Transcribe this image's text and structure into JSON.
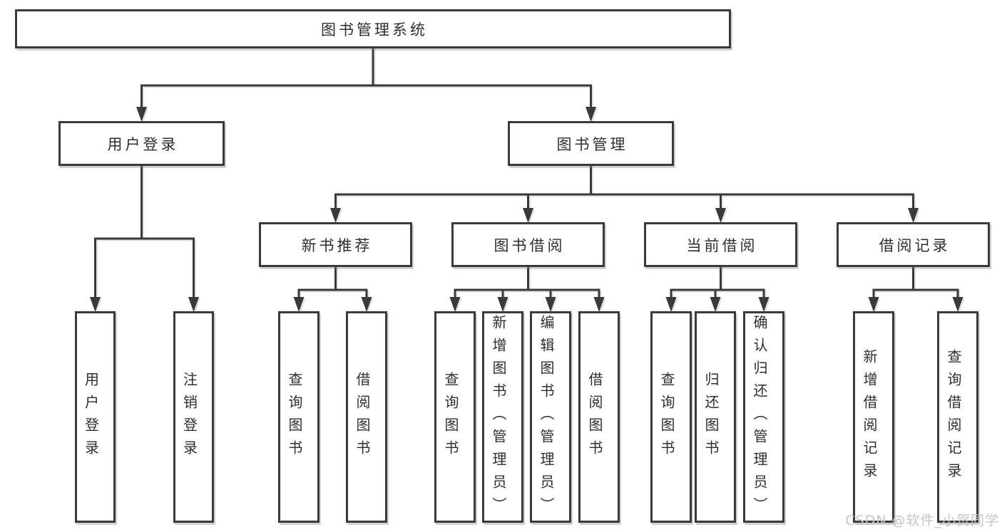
{
  "diagram": {
    "title": "图书管理系统",
    "nodes": [
      {
        "id": "root",
        "label": "图书管理系统",
        "parent": null,
        "orientation": "horizontal"
      },
      {
        "id": "user-login",
        "label": "用户登录",
        "parent": "root",
        "orientation": "horizontal"
      },
      {
        "id": "book-mgmt",
        "label": "图书管理",
        "parent": "root",
        "orientation": "horizontal"
      },
      {
        "id": "leaf-user-login",
        "label": "用户登录",
        "parent": "user-login",
        "orientation": "vertical"
      },
      {
        "id": "leaf-logout",
        "label": "注销登录",
        "parent": "user-login",
        "orientation": "vertical"
      },
      {
        "id": "new-book-rec",
        "label": "新书推荐",
        "parent": "book-mgmt",
        "orientation": "horizontal"
      },
      {
        "id": "book-borrow",
        "label": "图书借阅",
        "parent": "book-mgmt",
        "orientation": "horizontal"
      },
      {
        "id": "current-borrow",
        "label": "当前借阅",
        "parent": "book-mgmt",
        "orientation": "horizontal"
      },
      {
        "id": "borrow-records",
        "label": "借阅记录",
        "parent": "book-mgmt",
        "orientation": "horizontal"
      },
      {
        "id": "nbr-query-books",
        "label": "查询图书",
        "parent": "new-book-rec",
        "orientation": "vertical"
      },
      {
        "id": "nbr-borrow-books",
        "label": "借阅图书",
        "parent": "new-book-rec",
        "orientation": "vertical"
      },
      {
        "id": "bb-query-books",
        "label": "查询图书",
        "parent": "book-borrow",
        "orientation": "vertical"
      },
      {
        "id": "bb-add-books",
        "label": "新增图书（管理员）",
        "parent": "book-borrow",
        "orientation": "vertical"
      },
      {
        "id": "bb-edit-books",
        "label": "编辑图书（管理员）",
        "parent": "book-borrow",
        "orientation": "vertical"
      },
      {
        "id": "bb-borrow-books",
        "label": "借阅图书",
        "parent": "book-borrow",
        "orientation": "vertical"
      },
      {
        "id": "cb-query-books",
        "label": "查询图书",
        "parent": "current-borrow",
        "orientation": "vertical"
      },
      {
        "id": "cb-return-books",
        "label": "归还图书",
        "parent": "current-borrow",
        "orientation": "vertical"
      },
      {
        "id": "cb-confirm-return",
        "label": "确认归还（管理员）",
        "parent": "current-borrow",
        "orientation": "vertical"
      },
      {
        "id": "br-add-record",
        "label": "新增借阅记录",
        "parent": "borrow-records",
        "orientation": "vertical"
      },
      {
        "id": "br-query-record",
        "label": "查询借阅记录",
        "parent": "borrow-records",
        "orientation": "vertical"
      }
    ]
  },
  "watermark": "CSDN @软件_小贺同学",
  "colors": {
    "line": "#3a3a3a",
    "text": "#2e2e2e",
    "box_background": "#ffffff",
    "background": "#ffffff",
    "watermark": "#c6c6c6"
  }
}
